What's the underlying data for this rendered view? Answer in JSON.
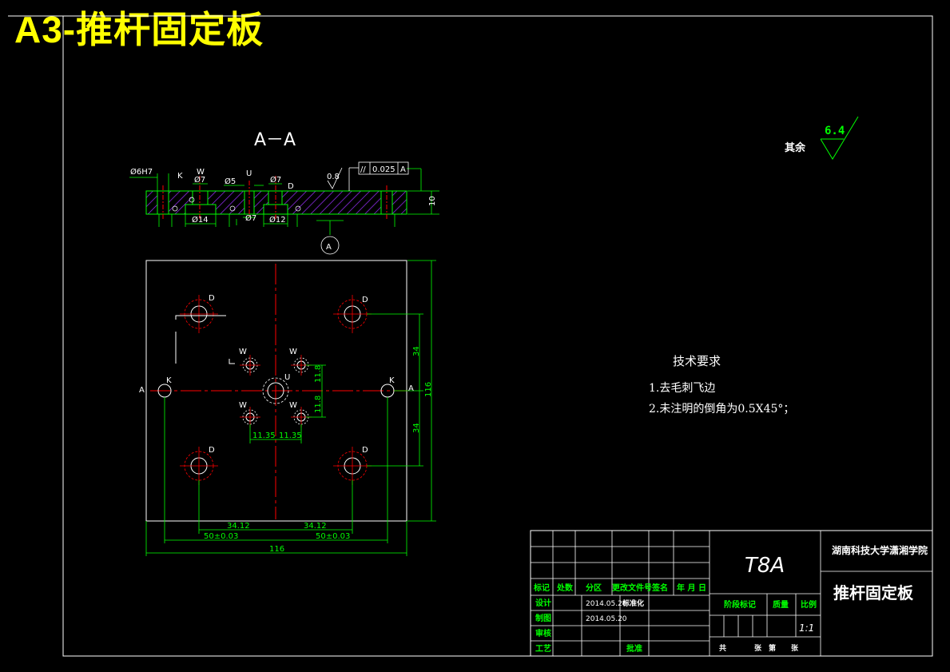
{
  "sheet": {
    "title": "A3-推杆固定板",
    "colors": {
      "background": "#000000",
      "border": "#ffffff",
      "outline": "#00ff00",
      "centerline": "#ff0000",
      "hatch": "#9b30ff",
      "title": "#ffff00"
    }
  },
  "section_view": {
    "title": "A－A",
    "labels": {
      "hole_k": "K",
      "hole_w": "W",
      "hole_u": "U",
      "hole_d": "D"
    },
    "dims": {
      "phi6h7": "Ø6H7",
      "phi7_left": "Ø7",
      "phi5": "Ø5",
      "phi7_right": "Ø7",
      "phi14": "Ø14",
      "phi7_bottom": "Ø7",
      "phi12": "Ø12",
      "thickness": "10",
      "roughness": "0.8"
    },
    "tolerance": {
      "symbol": "//",
      "value": "0.025",
      "datum": "A"
    },
    "datum_label": "A"
  },
  "plan_view": {
    "section_marks": {
      "left": "A",
      "right": "A"
    },
    "hole_labels": {
      "d": "D",
      "w": "W",
      "u": "U",
      "k": "K"
    },
    "dims": {
      "y_upper": "34",
      "y_lower": "34",
      "height_total": "116",
      "w_y_upper": "11.8",
      "w_y_lower": "11.8",
      "w_x_left": "11.35",
      "w_x_right": "11.35",
      "d_x_left": "34.12",
      "d_x_right": "34.12",
      "k_x_left": "50±0.03",
      "k_x_right": "50±0.03",
      "width_total": "116"
    }
  },
  "roughness_note": {
    "label": "其余",
    "value": "6.4"
  },
  "tech_requirements": {
    "title": "技术要求",
    "items": [
      "1.去毛刺飞边",
      "2.未注明的倒角为0.5X45°；"
    ]
  },
  "title_block": {
    "material": "T8A",
    "school": "湖南科技大学潇湘学院",
    "part_name": "推杆固定板",
    "scale": "1:1",
    "header": [
      "标记",
      "处数",
      "分区",
      "更改文件号",
      "签名",
      "年 月 日"
    ],
    "rows": [
      {
        "label": "设计",
        "date": "2014.05.20",
        "extra": "标准化"
      },
      {
        "label": "制图",
        "date": "2014.05.20",
        "extra": ""
      },
      {
        "label": "审核",
        "date": "",
        "extra": ""
      },
      {
        "label": "工艺",
        "date": "",
        "extra": "批准"
      }
    ],
    "stage_label": "阶段标记",
    "weight_label": "质量",
    "scale_label": "比例",
    "sheet_count": {
      "total": "共",
      "unit1": "张",
      "nth": "第",
      "unit2": "张"
    }
  }
}
